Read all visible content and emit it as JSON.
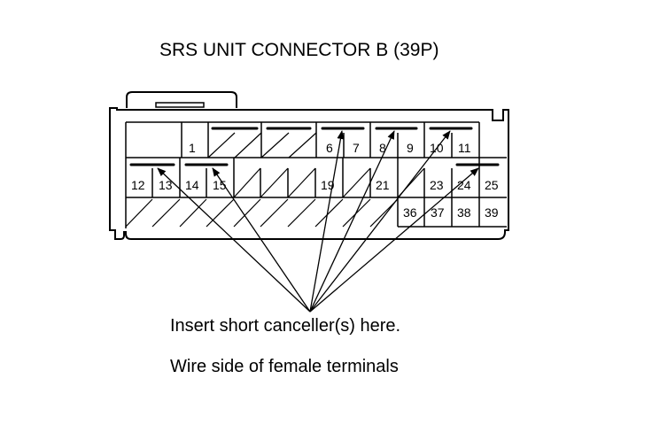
{
  "title": "SRS UNIT CONNECTOR B (39P)",
  "instruction": "Insert short canceller(s) here.",
  "wire_side_note": "Wire side of female terminals",
  "colors": {
    "line": "#000000",
    "background": "#ffffff"
  },
  "pins": {
    "row1": [
      "1",
      "6",
      "7",
      "8",
      "9",
      "10",
      "11"
    ],
    "row2": [
      "12",
      "13",
      "14",
      "15",
      "19",
      "21",
      "23",
      "24",
      "25"
    ],
    "row3": [
      "36",
      "37",
      "38",
      "39"
    ]
  }
}
